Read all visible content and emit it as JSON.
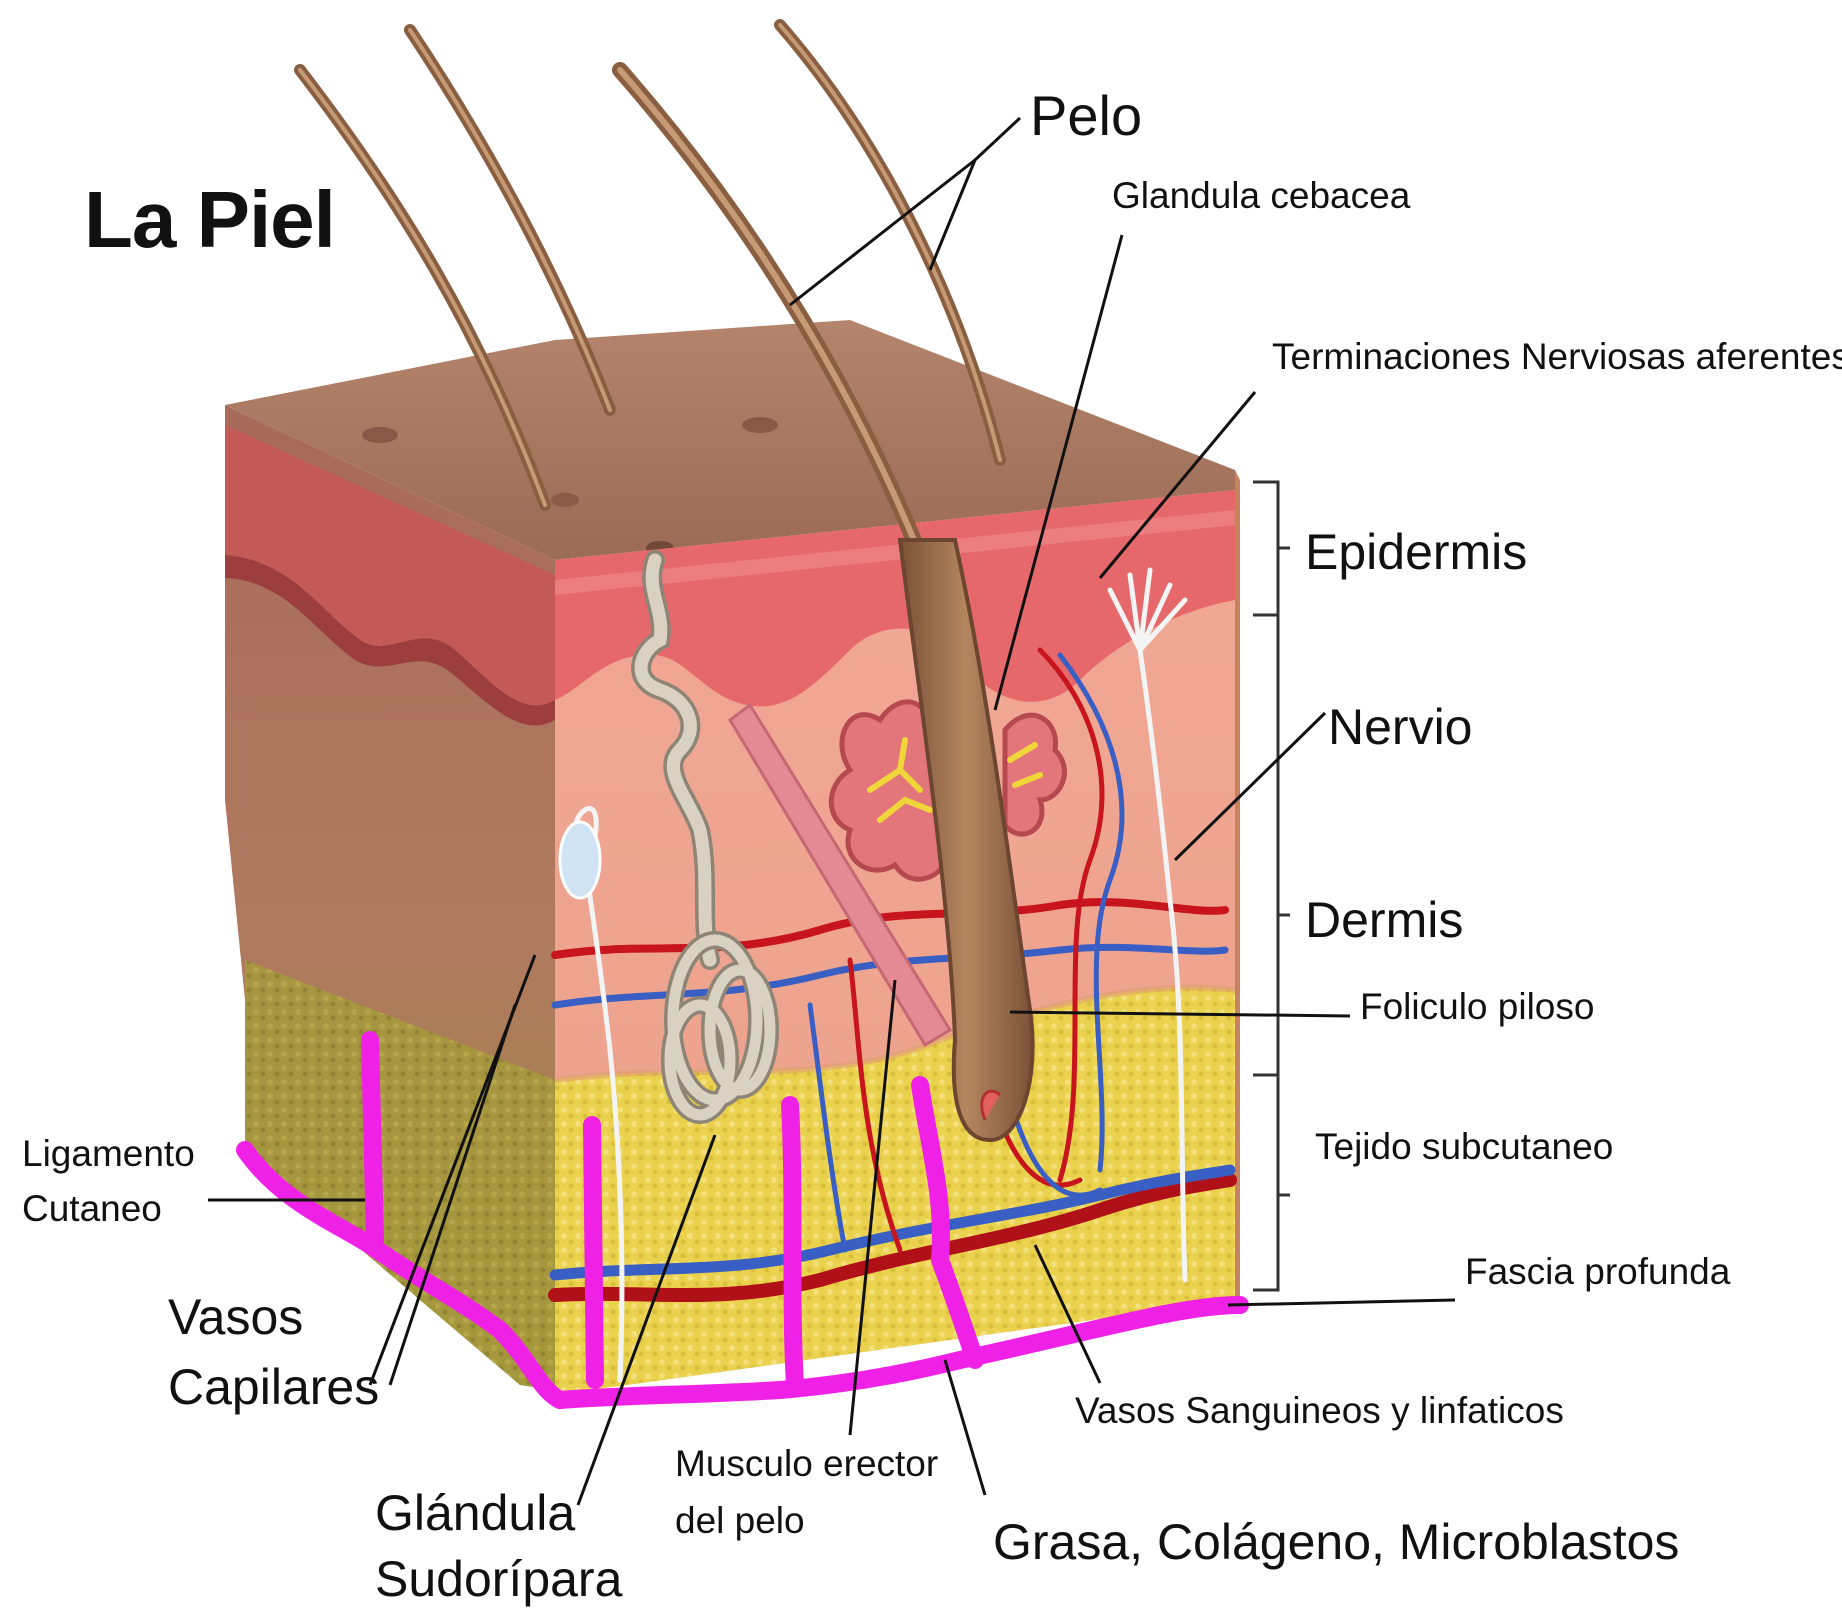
{
  "title": "La Piel",
  "labels": {
    "pelo": "Pelo",
    "glandula_cebacea": "Glandula cebacea",
    "terminaciones": "Terminaciones Nerviosas aferentes",
    "epidermis": "Epidermis",
    "nervio": "Nervio",
    "dermis": "Dermis",
    "foliculo": "Foliculo piloso",
    "tejido": "Tejido subcutaneo",
    "fascia": "Fascia profunda",
    "vasos_sanguineos": "Vasos Sanguineos y linfaticos",
    "ligamento_1": "Ligamento",
    "ligamento_2": "Cutaneo",
    "vasos_cap_1": "Vasos",
    "vasos_cap_2": "Capilares",
    "glandula_sud_1": "Glándula",
    "glandula_sud_2": "Sudorípara",
    "musculo_1": "Musculo erector",
    "musculo_2": "del pelo",
    "grasa": "Grasa, Colágeno, Microblastos"
  },
  "colors": {
    "skin_surface": "#a9765f",
    "epidermis": "#e4676a",
    "dermis": "#eea58f",
    "subcutaneous_fat": "#e9d44f",
    "ligament": "#f021e6",
    "artery": "#c8141c",
    "vein": "#3a5fc4",
    "hair": "#9a6b4a"
  }
}
